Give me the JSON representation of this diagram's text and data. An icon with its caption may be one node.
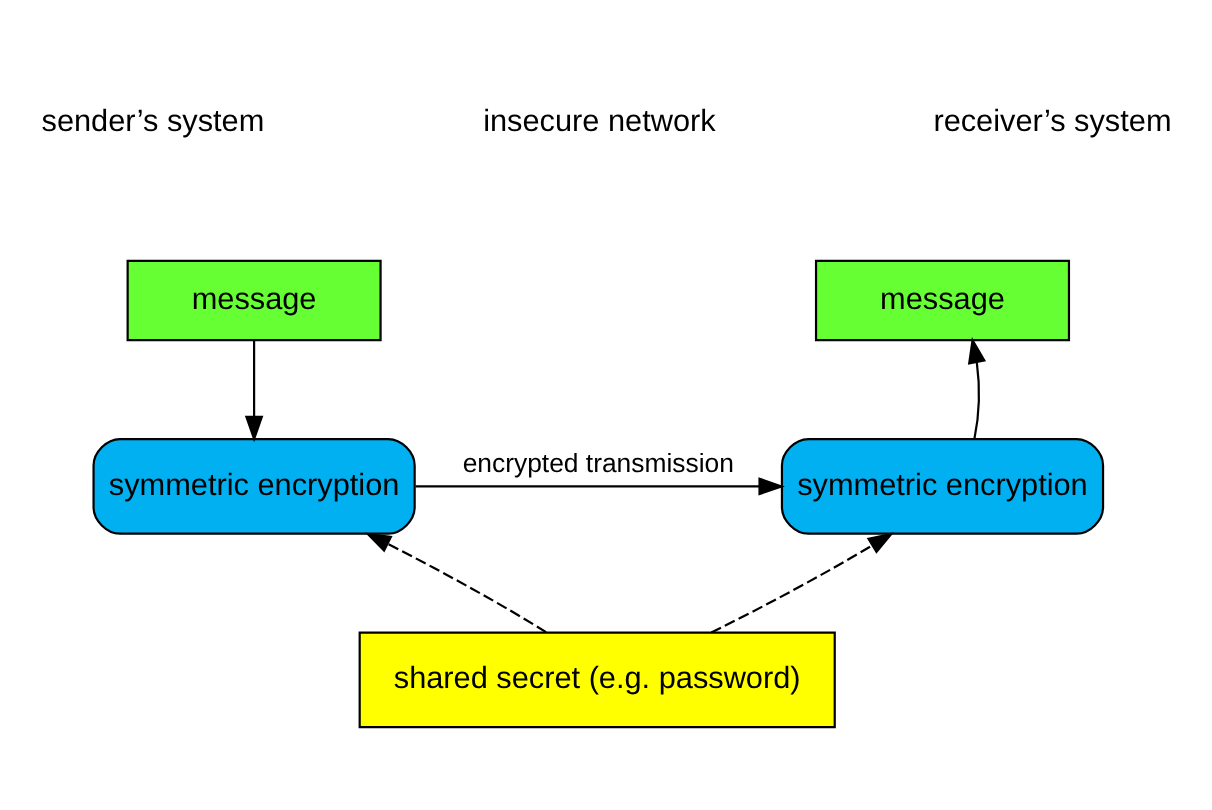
{
  "diagram": {
    "nodes": [
      {
        "text": [
          "message"
        ]
      },
      {
        "text": [
          "symmetric encryption"
        ]
      },
      {
        "text": [
          "message"
        ]
      },
      {
        "text": [
          "symmetric encryption"
        ]
      },
      {
        "text": [
          "shared secret (e.g. password)"
        ]
      }
    ],
    "edges": [
      {
        "from": 0,
        "to": 1,
        "arrow": "to"
      },
      {
        "from": 1,
        "to": 3,
        "arrow": "to",
        "label": "encrypted transmission"
      },
      {
        "from": 3,
        "to": 2,
        "arrow": "to"
      },
      {
        "from": 4,
        "to": 1,
        "arrow": "to",
        "style": "dashed"
      },
      {
        "from": 4,
        "to": 3,
        "arrow": "to",
        "style": "dashed"
      }
    ],
    "labels": [
      "sender’s system",
      "insecure network",
      "receiver’s system"
    ]
  }
}
